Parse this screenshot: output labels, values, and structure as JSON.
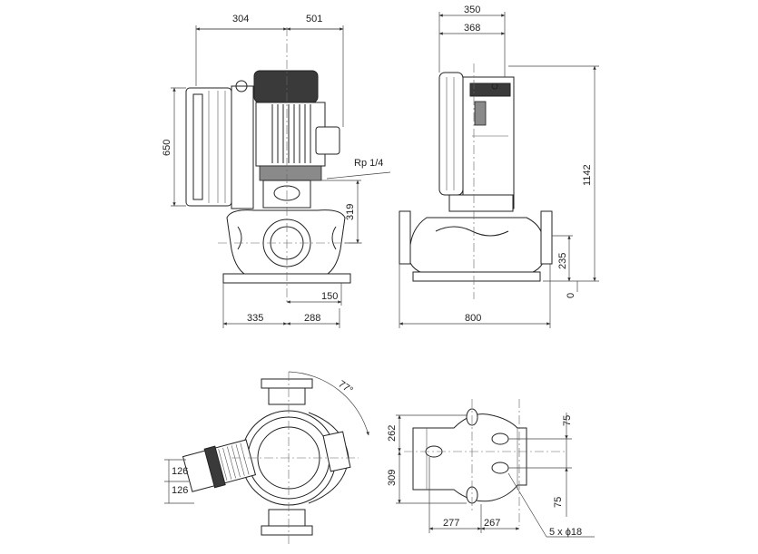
{
  "drawing": {
    "front_view": {
      "dim_top_left": "304",
      "dim_top_right": "501",
      "dim_height_left": "650",
      "dim_right_height": "319",
      "dim_bottom_inner": "150",
      "dim_bottom_left": "335",
      "dim_bottom_right": "288",
      "port_label": "Rp 1/4"
    },
    "side_view": {
      "dim_top_outer": "350",
      "dim_top_inner": "368",
      "dim_total_height": "1142",
      "dim_port_height": "235",
      "dim_zero": "0",
      "dim_length": "800"
    },
    "top_view": {
      "angle": "77°",
      "dim_upper": "126",
      "dim_lower": "126"
    },
    "base_plan": {
      "dim_left_upper": "262",
      "dim_left_lower": "309",
      "dim_right_upper": "75",
      "dim_right_lower": "75",
      "dim_bottom_left": "277",
      "dim_bottom_right": "267",
      "hole_note": "5 x ϕ18"
    }
  }
}
